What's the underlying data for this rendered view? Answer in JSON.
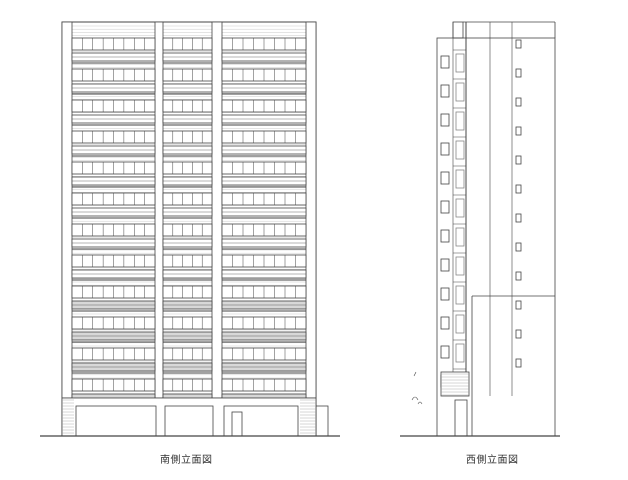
{
  "drawings": {
    "south": {
      "caption": "南側立面図",
      "floors": 12,
      "bays": 3
    },
    "west": {
      "caption": "西側立面図"
    }
  },
  "colors": {
    "line": "#444444",
    "light_line": "#999999",
    "paper": "#ffffff"
  }
}
